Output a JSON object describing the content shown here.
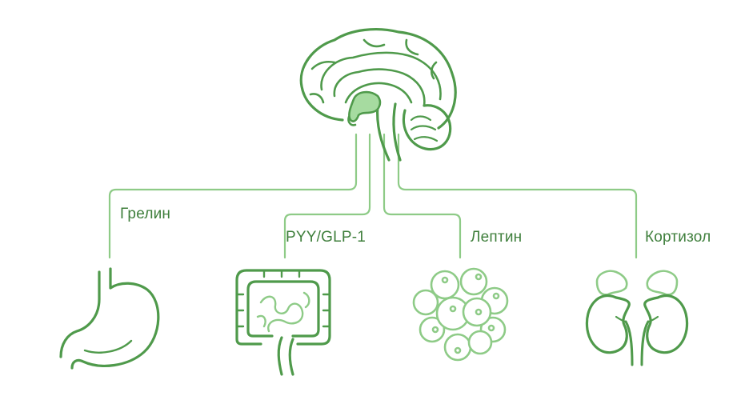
{
  "colors": {
    "dark_green": "#4f9a4b",
    "light_green": "#8ecb87",
    "fill_green": "#a6dba0",
    "text_green": "#3f7f3c"
  },
  "labels": {
    "ghrelin": "Грелин",
    "pyy_glp1": "PYY/GLP-1",
    "leptin": "Лептин",
    "cortisol": "Кортизол"
  },
  "icons": {
    "brain": "brain-icon",
    "stomach": "stomach-icon",
    "intestine": "intestine-icon",
    "fat_cells": "fat-cells-icon",
    "kidneys": "kidneys-adrenal-icon"
  }
}
